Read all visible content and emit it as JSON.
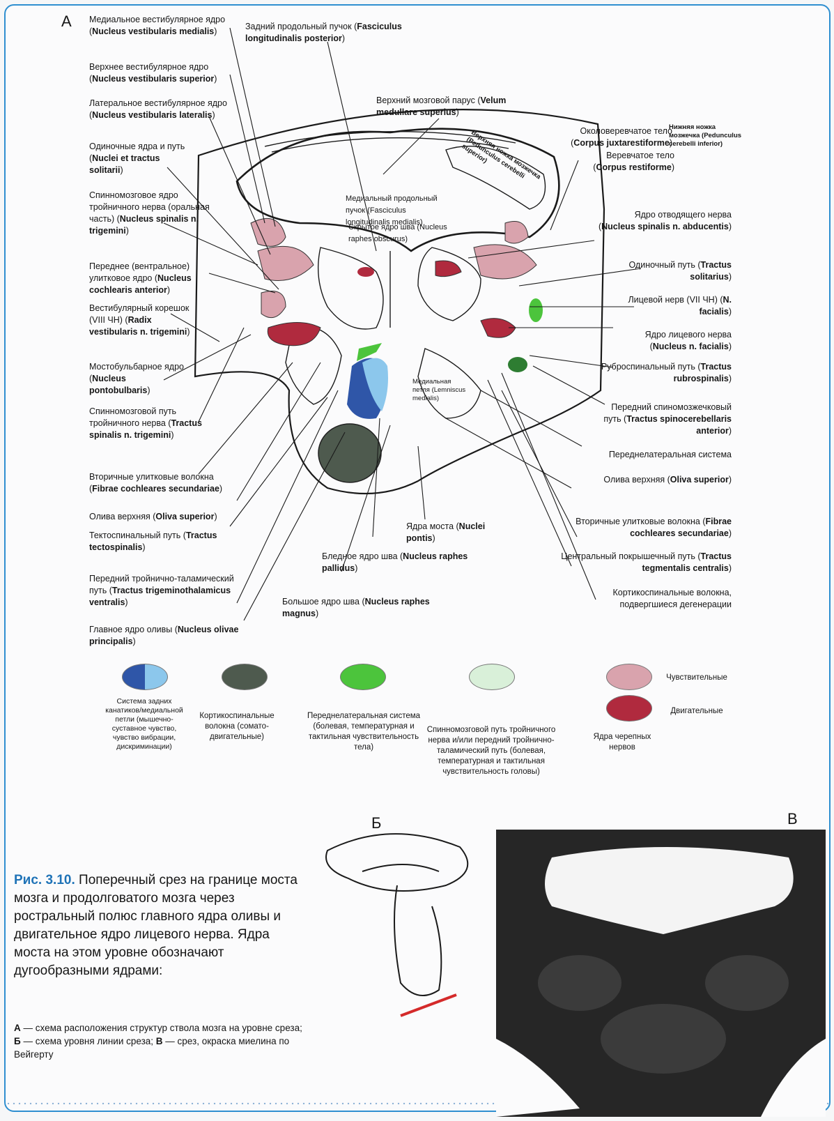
{
  "panels": {
    "a": "А",
    "b": "Б",
    "c": "В"
  },
  "left_labels": [
    {
      "t": "Медиальное вестибулярное ядро (",
      "b": "Nucleus vestibularis medialis",
      "a": ")"
    },
    {
      "t": "Верхнее вестибулярное ядро (",
      "b": "Nucleus vestibularis superior",
      "a": ")"
    },
    {
      "t": "Латеральное вестибулярное ядро (",
      "b": "Nucleus vestibularis lateralis",
      "a": ")"
    },
    {
      "t": "Одиночные ядра и путь (",
      "b": "Nuclei et tractus solitarii",
      "a": ")"
    },
    {
      "t": "Спинномозговое ядро тройничного нерва (оральная часть) (",
      "b": "Nucleus spinalis n. trigemini",
      "a": ")"
    },
    {
      "t": "Переднее (вентральное) улитковое ядро (",
      "b": "Nucleus cochlearis anterior",
      "a": ")"
    },
    {
      "t": "Вестибулярный корешок (VIII ЧН) (",
      "b": "Radix vestibularis n. trigemini",
      "a": ")"
    },
    {
      "t": "Мостобульбарное ядро (",
      "b": "Nucleus pontobulbaris",
      "a": ")"
    },
    {
      "t": "Спинномозговой путь тройничного нерва (",
      "b": "Tractus spinalis n. trigemini",
      "a": ")"
    },
    {
      "t": "Вторичные улитковые волокна (",
      "b": "Fibrae cochleares secundariae",
      "a": ")"
    },
    {
      "t": "Олива верхняя (",
      "b": "Oliva superior",
      "a": ")"
    },
    {
      "t": "Тектоспинальный путь (",
      "b": "Tractus tectospinalis",
      "a": ")"
    },
    {
      "t": "Передний тройнично-таламический путь (",
      "b": "Tractus trigeminothalamicus ventralis",
      "a": ")"
    },
    {
      "t": "Главное ядро оливы (",
      "b": "Nucleus olivae principalis",
      "a": ")"
    }
  ],
  "right_labels": [
    {
      "t": "Околоверевчатое тело (",
      "b": "Corpus juxtarestiforme",
      "a": ")"
    },
    {
      "t": "Веревчатое тело (",
      "b": "Corpus restiforme",
      "a": ")"
    },
    {
      "t": "Ядро отводящего нерва (",
      "b": "Nucleus spinalis n. abducentis",
      "a": ")"
    },
    {
      "t": "Одиночный путь (",
      "b": "Tractus solitarius",
      "a": ")"
    },
    {
      "t": "Лицевой нерв (VII ЧН) (",
      "b": "N. facialis",
      "a": ")"
    },
    {
      "t": "Ядро лицевого нерва (",
      "b": "Nucleus n. facialis",
      "a": ")"
    },
    {
      "t": "Руброспинальный путь (",
      "b": "Tractus rubrospinalis",
      "a": ")"
    },
    {
      "t": "Передний спиномозжечковый путь (",
      "b": "Tractus spinocerebellaris anterior",
      "a": ")"
    },
    {
      "t": "Переднелатеральная система",
      "b": "",
      "a": ""
    },
    {
      "t": "Олива верхняя (",
      "b": "Oliva superior",
      "a": ")"
    },
    {
      "t": "Вторичные улитковые волокна (",
      "b": "Fibrae cochleares secundariae",
      "a": ")"
    },
    {
      "t": "Центральный покрышечный путь (",
      "b": "Tractus tegmentalis centralis",
      "a": ")"
    },
    {
      "t": "Кортикоспинальные волокна, подвергшиеся дегенерации",
      "b": "",
      "a": ""
    }
  ],
  "top_labels": [
    {
      "t": "Задний продольный пучок (",
      "b": "Fasciculus longitudinalis posterior",
      "a": ")"
    },
    {
      "t": "Верхний мозговой парус (",
      "b": "Velum medullare superius",
      "a": ")"
    }
  ],
  "center_labels": [
    {
      "t": "Медиальный продольный пучок (Fasciculus longitudinalis medialis)"
    },
    {
      "t": "Скрытое ядро шва (Nucleus raphes obscurus)"
    },
    {
      "t": "Ядра моста (",
      "b": "Nuclei pontis",
      "a": ")"
    },
    {
      "t": "Бледное ядро шва (",
      "b": "Nucleus raphes pallidus",
      "a": ")"
    },
    {
      "t": "Большое ядро шва (",
      "b": "Nucleus raphes magnus",
      "a": ")"
    }
  ],
  "small_labels": {
    "cerebellar_inferior": "Нижняя ножка мозжечка (Pedunculus cerebelli inferior)",
    "cerebellar_superior": "Верхняя ножка мозжечка (Pedunculus cerebelli superior)",
    "lemniscus": "Медиальная петля (Lemniscus medialis)"
  },
  "legend": [
    {
      "label": "Система задних канатиков/медиальной петли (мышечно-суставное чувство, чувство вибрации, дискриминации)",
      "colors": [
        "#2f56a8",
        "#8cc7ec"
      ]
    },
    {
      "label": "Кортикоспинальные волокна (сомато-двигательные)",
      "colors": [
        "#4e5a4e"
      ]
    },
    {
      "label": "Переднелатеральная система (болевая, температурная и тактильная чувствительность тела)",
      "colors": [
        "#4cc43c"
      ]
    },
    {
      "label": "Спинномозговой путь тройничного нерва и/или передний тройнично-таламический путь (болевая, температурная и тактильная чувствительность головы)",
      "colors": [
        "#d9f0d9"
      ]
    },
    {
      "label": "Чувствительные",
      "colors": [
        "#d9a3ad"
      ]
    },
    {
      "label": "Двигательные",
      "colors": [
        "#b02a3e"
      ]
    },
    {
      "label": "Ядра черепных нервов",
      "colors": []
    }
  ],
  "caption": {
    "number": "Рис. 3.10.",
    "text": "Поперечный срез на границе моста мозга и продолговатого мозга через ростральный полюс главного ядра оливы и двигательное ядро лицевого нерва. Ядра моста на этом уровне обозначают дугообразными ядрами:",
    "items": [
      {
        "key": "А",
        "text": "— схема расположения структур ствола мозга на уровне среза;"
      },
      {
        "key": "Б",
        "text": "— схема уровня линии среза;"
      },
      {
        "key": "В",
        "text": "— срез, окраска миелина по Вейгерту"
      }
    ]
  },
  "colors": {
    "frame": "#2f8fd0",
    "caption_accent": "#1f73b7",
    "sensory": "#d9a3ad",
    "motor": "#b02a3e"
  }
}
